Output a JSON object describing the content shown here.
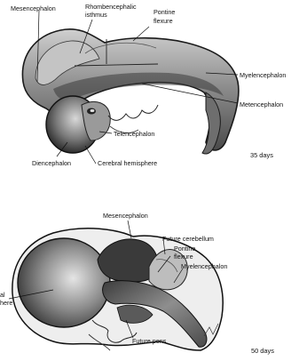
{
  "diagram_top": {
    "labels": {
      "mesencephalon": "Mesencephalon",
      "rhombencephalic_1": "Rhombencephalic",
      "rhombencephalic_2": "isthmus",
      "pontine_1": "Pontine",
      "pontine_2": "flexure",
      "myelencephalon": "Myelencephalon",
      "metencephalon": "Metencephalon",
      "telencephalon": "Telencephalon",
      "diencephalon": "Diencephalon",
      "cerebral_hemisphere": "Cerebral hemisphere"
    },
    "age": "35 days"
  },
  "diagram_bottom": {
    "labels": {
      "mesencephalon": "Mesencephalon",
      "future_cerebellum": "Future cerebellum",
      "pontine_1": "Pontine",
      "pontine_2": "flexure",
      "myelencephalon": "Myelencephalon",
      "left_partial_1": "al",
      "left_partial_2": "here",
      "future_pons": "Future pons"
    },
    "age": "50 days"
  }
}
